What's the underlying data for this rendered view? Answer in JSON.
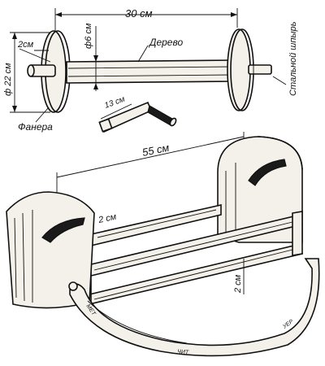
{
  "labels": {
    "length_top": "30 см",
    "shaft_diameter": "ф6 см",
    "wood": "Дерево",
    "flange_thickness": "2см",
    "disc_diameter": "ф 22 см",
    "plywood": "Фанера",
    "steel_pin": "Стальной шпырь",
    "crank_length": "13 см",
    "box_length": "55 см",
    "rail_width": "2 см",
    "rail_height": "2 см",
    "strap_text_1": "МЕТ",
    "strap_text_2": "УЕР",
    "strap_text_3": "ЧИТ"
  }
}
